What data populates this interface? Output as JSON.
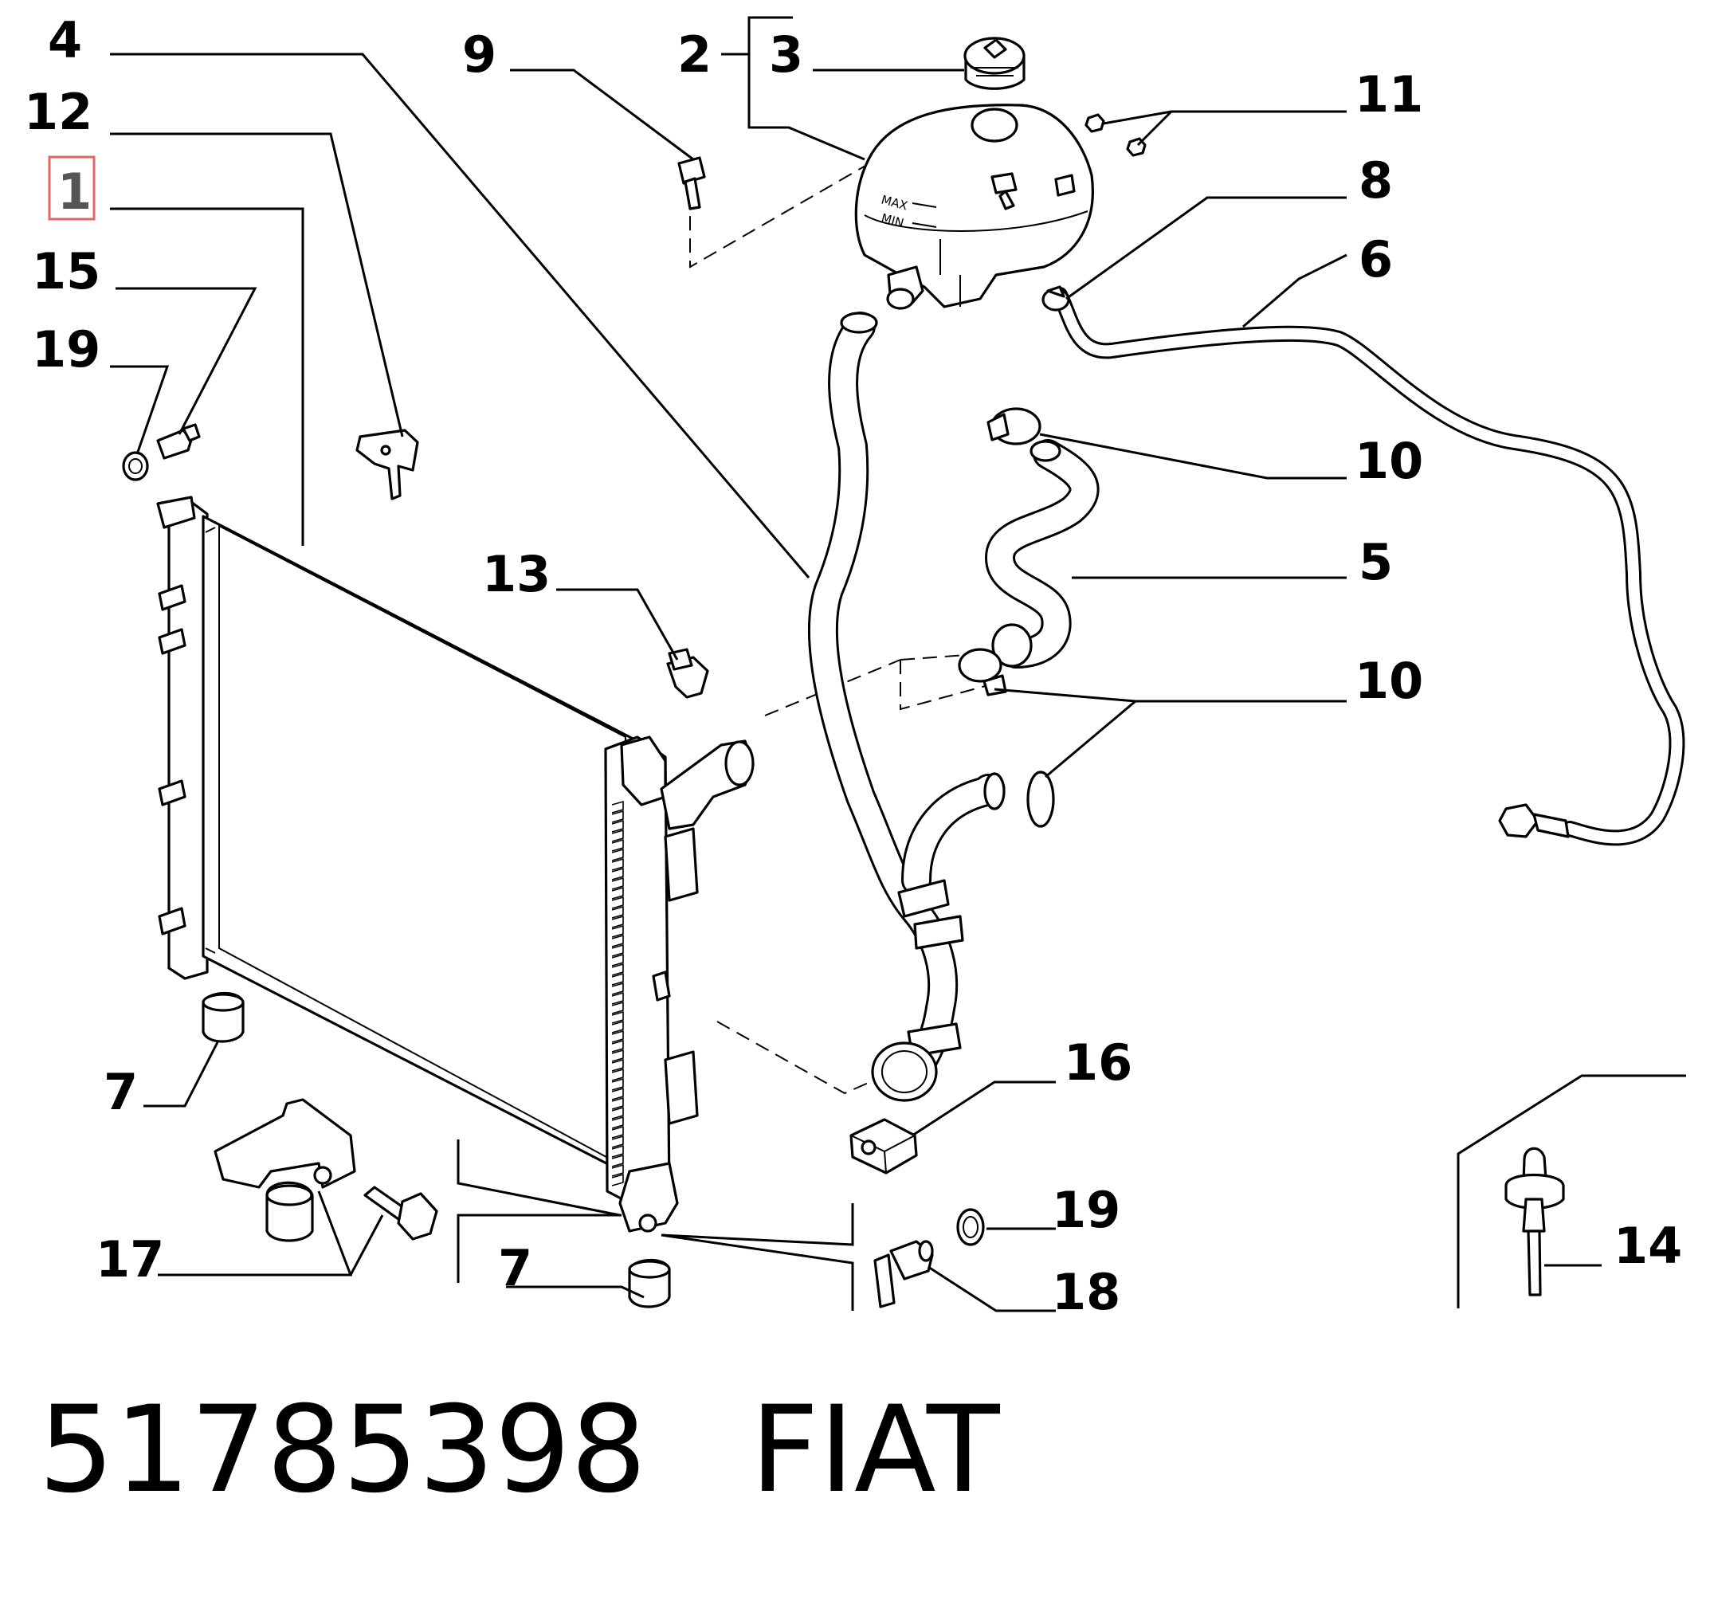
{
  "diagram": {
    "callouts": {
      "c1": "1",
      "c2": "2",
      "c3": "3",
      "c4": "4",
      "c5": "5",
      "c6": "6",
      "c7a": "7",
      "c7b": "7",
      "c8": "8",
      "c9": "9",
      "c10a": "10",
      "c10b": "10",
      "c11": "11",
      "c12": "12",
      "c13": "13",
      "c14": "14",
      "c15": "15",
      "c16": "16",
      "c17": "17",
      "c18": "18",
      "c19a": "19",
      "c19b": "19"
    },
    "highlighted_callout": "1",
    "highlight_color": "#e06666",
    "tank_markings": {
      "max": "MAX",
      "min": "MIN"
    }
  },
  "footer": {
    "part_number": "51785398",
    "brand": "FIAT"
  }
}
